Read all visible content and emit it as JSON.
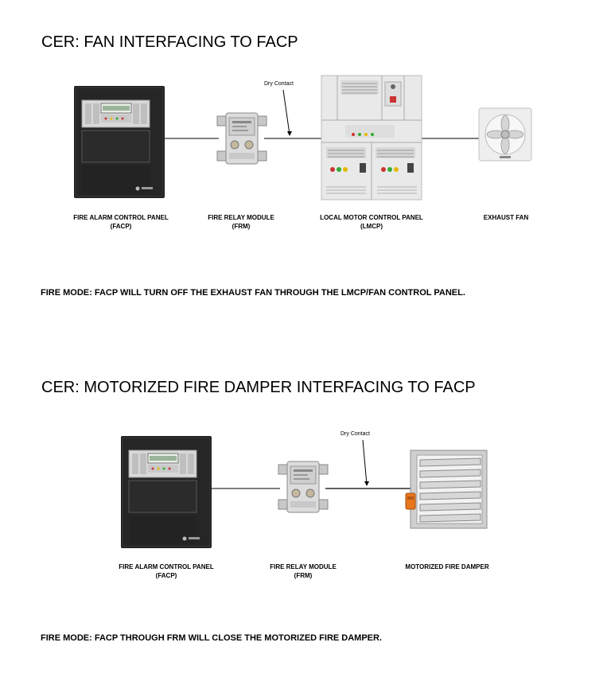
{
  "section1": {
    "title": "CER: FAN INTERFACING TO FACP",
    "dry_contact": "Dry Contact",
    "devices": {
      "facp": {
        "line1": "FIRE ALARM CONTROL PANEL",
        "line2": "(FACP)"
      },
      "frm": {
        "line1": "FIRE RELAY MODULE",
        "line2": "(FRM)"
      },
      "lmcp": {
        "line1": "LOCAL MOTOR CONTROL PANEL",
        "line2": "(LMCP)"
      },
      "fan": {
        "line1": "EXHAUST FAN"
      }
    },
    "fire_mode": "FIRE MODE: FACP WILL TURN OFF THE EXHAUST FAN THROUGH THE LMCP/FAN CONTROL PANEL."
  },
  "section2": {
    "title": "CER: MOTORIZED FIRE DAMPER INTERFACING TO FACP",
    "dry_contact": "Dry Contact",
    "devices": {
      "facp": {
        "line1": "FIRE ALARM CONTROL PANEL",
        "line2": "(FACP)"
      },
      "frm": {
        "line1": "FIRE RELAY MODULE",
        "line2": "(FRM)"
      },
      "damper": {
        "line1": "MOTORIZED FIRE DAMPER"
      }
    },
    "fire_mode": "FIRE MODE: FACP THROUGH FRM WILL CLOSE THE MOTORIZED FIRE DAMPER."
  },
  "colors": {
    "panel": "#1e1e1e",
    "cabinet": "#e4e4e4",
    "wire": "#000000",
    "actuator": "#e8761c"
  },
  "icons": [
    "fire-alarm-panel-icon",
    "relay-module-icon",
    "motor-control-panel-icon",
    "exhaust-fan-icon",
    "fire-damper-icon"
  ]
}
